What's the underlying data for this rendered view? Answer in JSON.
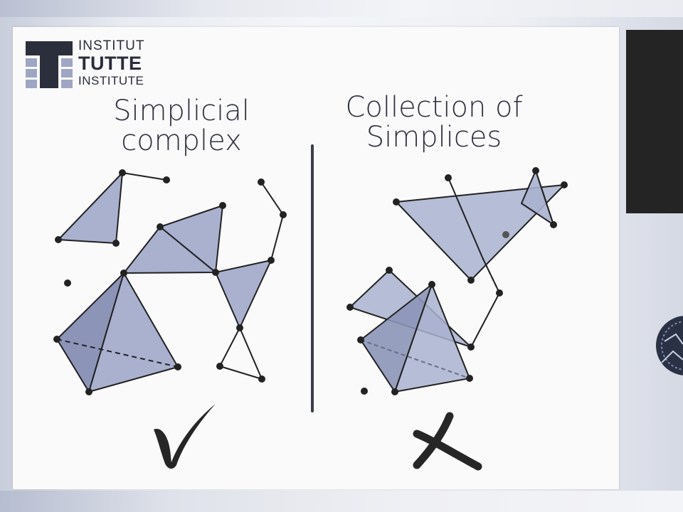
{
  "logo": {
    "line1": "INSTITUT",
    "line2": "TUTTE",
    "line3": "INSTITUTE"
  },
  "left_panel": {
    "title_line1": "Simplicial",
    "title_line2": "complex",
    "verdict": "check-mark-icon"
  },
  "right_panel": {
    "title_line1": "Collection of",
    "title_line2": "Simplices",
    "verdict": "cross-mark-icon"
  },
  "colors": {
    "simplex_fill": "#a9b1cf",
    "dark_face": "#8c95b8",
    "edge": "#222222",
    "ink": "#2f3240"
  }
}
